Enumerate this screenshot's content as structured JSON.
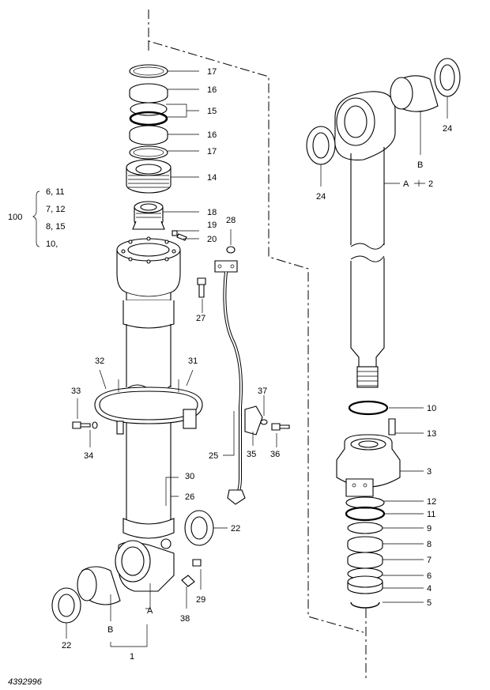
{
  "drawing_number": "4392996",
  "callouts": {
    "c17a": "17",
    "c16a": "16",
    "c15": "15",
    "c16b": "16",
    "c17b": "17",
    "c14": "14",
    "c18": "18",
    "c19": "19",
    "c20": "20",
    "c28": "28",
    "c27": "27",
    "c32": "32",
    "c31": "31",
    "c33": "33",
    "c34": "34",
    "c37": "37",
    "c35": "35",
    "c36": "36",
    "c25": "25",
    "c30": "30",
    "c26": "26",
    "c22a": "22",
    "c29": "29",
    "c38": "38",
    "cA_left": "A",
    "cB_left": "B",
    "c22b": "22",
    "c1": "1",
    "c24a": "24",
    "c24b": "24",
    "cB_right": "B",
    "cA_right": "A",
    "c2": "2",
    "c10": "10",
    "c13": "13",
    "c3": "3",
    "c12": "12",
    "c11": "11",
    "c9": "9",
    "c8": "8",
    "c7": "7",
    "c6": "6",
    "c4": "4",
    "c5": "5"
  },
  "kit": {
    "number": "100",
    "rows": [
      "6,  11",
      "7,  12",
      "8,  15",
      "10,"
    ]
  }
}
